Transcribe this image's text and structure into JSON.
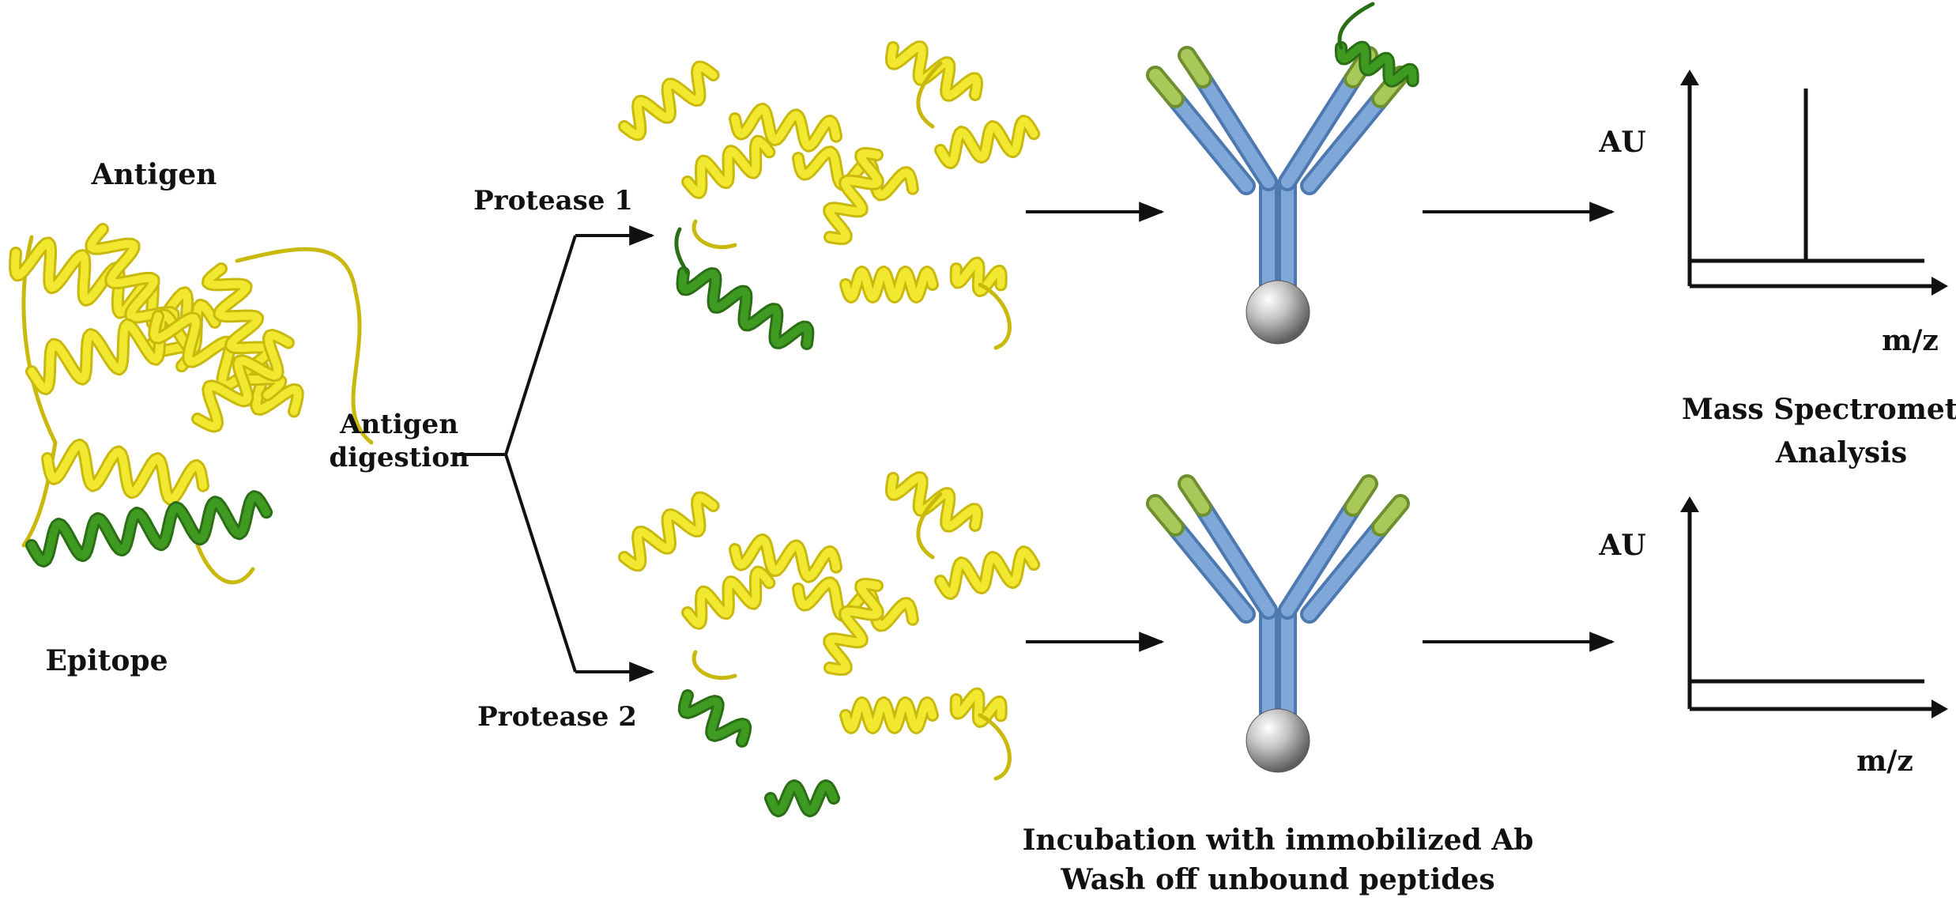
{
  "labels": {
    "antigen": "Antigen",
    "epitope": "Epitope",
    "digestion_line1": "Antigen",
    "digestion_line2": "digestion",
    "protease1": "Protease 1",
    "protease2": "Protease 2",
    "incubation_line1": "Incubation with immobilized Ab",
    "incubation_line2": "Wash off unbound peptides",
    "ms_line1": "Mass Spectrometric",
    "ms_line2": "Analysis"
  },
  "spectra": [
    {
      "ylabel": "AU",
      "xlabel": "m/z",
      "peak": true
    },
    {
      "ylabel": "AU",
      "xlabel": "m/z",
      "peak": false
    }
  ],
  "colors": {
    "helix_yellow": "#f2e830",
    "helix_yellow_dark": "#c9b90c",
    "epitope_green": "#3f9a22",
    "epitope_green_dark": "#2a6e15",
    "antibody_blue": "#7fa8d8",
    "antibody_blue_dark": "#4d78b0",
    "antibody_tip": "#a8c95a",
    "bead_gray": "#b5b5b5"
  }
}
